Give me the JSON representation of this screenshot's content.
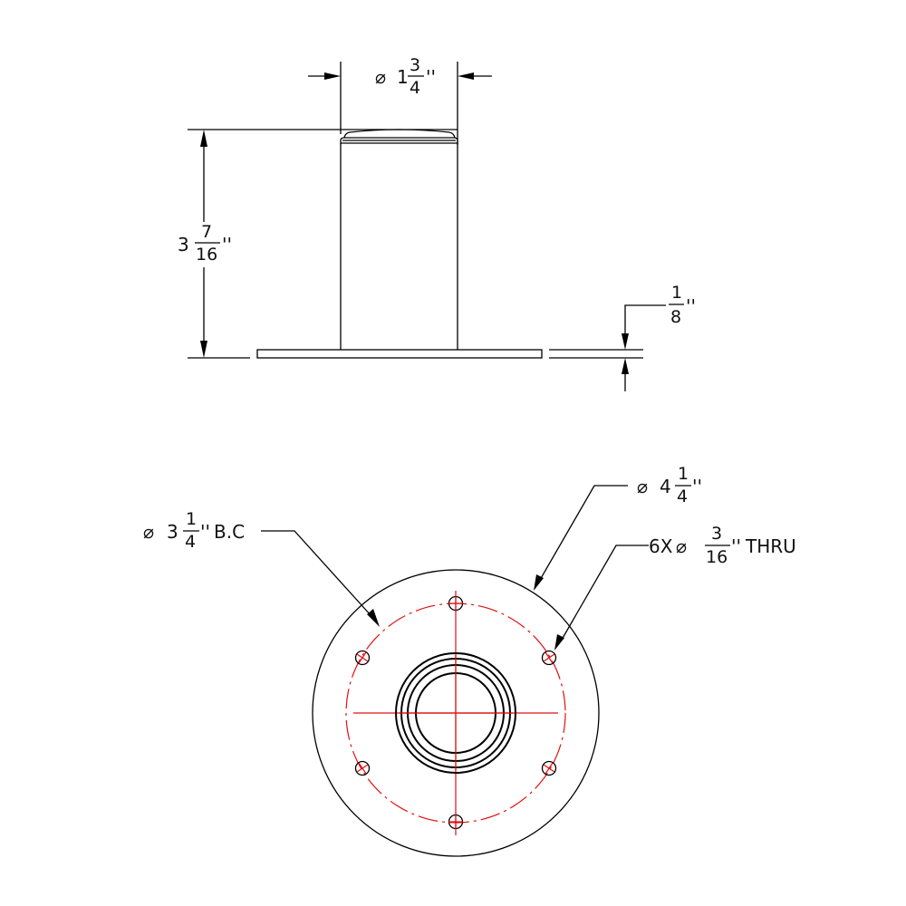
{
  "drawing": {
    "colors": {
      "line": "#000000",
      "centerline": "#e01010",
      "background": "#ffffff"
    },
    "side_view": {
      "diameter_dim": {
        "symbol": "⌀",
        "whole": "1",
        "num": "3",
        "den": "4",
        "unit": "''"
      },
      "height_dim": {
        "whole": "3",
        "num": "7",
        "den": "16",
        "unit": "''"
      },
      "thickness_dim": {
        "num": "1",
        "den": "8",
        "unit": "''"
      }
    },
    "top_view": {
      "bolt_circle_dim": {
        "symbol": "⌀",
        "whole": "3",
        "num": "1",
        "den": "4",
        "unit": "''",
        "suffix": "B.C"
      },
      "outer_dim": {
        "symbol": "⌀",
        "whole": "4",
        "num": "1",
        "den": "4",
        "unit": "''"
      },
      "hole_dim": {
        "prefix": "6X",
        "symbol": "⌀",
        "num": "3",
        "den": "16",
        "unit": "''",
        "suffix": "THRU"
      },
      "hole_count": 6
    }
  }
}
